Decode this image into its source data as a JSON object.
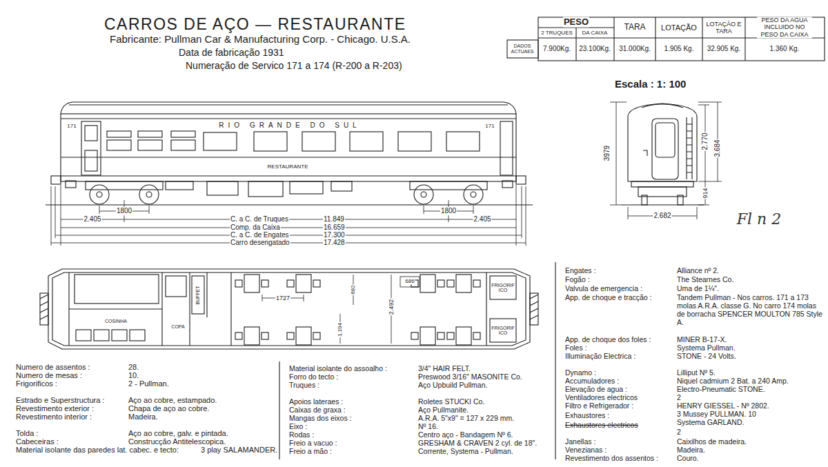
{
  "diagram": {
    "title": "CARROS DE AÇO — RESTAURANTE",
    "labels": [
      "Fabricante: Pullman Car & Manufacturing Corp. - Chicago. U.S.A.",
      "Data de fabricação 1931",
      "Numeração de Servico 171 a 174 (R-200 a R-203)",
      "PESO",
      "2 TRUQUES",
      "DA CAIXA",
      "TARA",
      "LOTAÇÃO",
      "LOTAÇÃO E TARA",
      "PESO DA AGUA INCLUIDO NO PESO DA CAIXA",
      "DADOS ACTUAES",
      "7.900Kg.",
      "23.100Kg.",
      "31.000Kg.",
      "1.905 Kg.",
      "32.905 Kg.",
      "1.360 Kg.",
      "Escala : 1: 100",
      "171",
      "RIO GRANDE DO SUL",
      "171",
      "RESTAURANTE",
      "1800",
      "2.405",
      "1800",
      "2.405",
      "C. a C. de Truques",
      "11.849",
      "Comp. da Caixa",
      "16.659",
      "C. a C. de Engates",
      "17.300",
      "Carro desengatado",
      "17.428",
      "3979",
      "2.770",
      "3.684",
      "914",
      "2.682",
      "Fl n 2",
      "COSINHA",
      "COPA",
      "BUFFET",
      "1727",
      "682",
      "686",
      "2.492",
      "1.194",
      "FRIGORIFICO",
      "FRIGORIFICO",
      "Numero de assentos :",
      "28.",
      "Numero de mesas :",
      "10.",
      "Frigorificos :",
      "2 - Pullman.",
      "Estrado e Superstructura :",
      "Aço ao cobre, estampado.",
      "Revestimento exterior :",
      "Chapa de aço ao cobre.",
      "Revestimento interior :",
      "Madeira.",
      "Tolda :",
      "Aço ao cobre, galv. e pintada.",
      "Cabeceiras :",
      "Construcção Antitelescopica.",
      "Material isolante das paredes lat. cabec. e tecto:",
      "3 play SALAMANDER.",
      "Material isolante do assoalho :",
      "3/4\" HAIR FELT.",
      "Forro do tecto :",
      "Preswood 3/16\" MASONITE Co.",
      "Truques :",
      "Aço Upbuild Pullman.",
      "Apoios lateraes :",
      "Roletes STUCKI Co.",
      "Caixas de graxa :",
      "Aço Pullmanite.",
      "Mangas dos eixos :",
      "A.R.A. 5\"x9\" = 127 x 229 mm.",
      "Eixo :",
      "Nº 16.",
      "Rodas :",
      "Centro aço - Bandagem Nº 6.",
      "Freio a vacuo :",
      "GRESHAM & CRAVEN 2 cyl. de 18\".",
      "Freio a mão :",
      "Corrente, Systema - Pullman.",
      "Engates :",
      "Alliance nº 2.",
      "Fogão :",
      "The Stearnes Co.",
      "Valvula de emergencia :",
      "Uma de 1¼\".",
      "App. de choque e tracção :",
      "Tandem Pullman - Nos carros. 171 a 173 molas A.R.A. classe G. No carro 174 molas de borracha SPENCER MOULTON 785 Style A.",
      "App. de choque dos foles :",
      "MINER B-17-X.",
      "Foles :",
      "Systema Pullman.",
      "Illuminação Electrica :",
      "STONE - 24 Volts.",
      "Dynamo :",
      "Lilliput Nº 5.",
      "Accumuladores :",
      "Niquel cadmium 2 Bat. a 240 Amp.",
      "Elevação de agua :",
      "Electro-Pneumatic STONE.",
      "Ventiladores electricos",
      "2",
      "Filtro e Refrigerador :",
      "HENRY GIESSEL - Nº 2802.",
      "Exhaustores :",
      "3 Mussey PULLMAN. 10 Systema GARLAND.",
      "Exhaustores electricos",
      "2",
      "Janellas :",
      "Caixilhos de madeira.",
      "Venezianas :",
      "Madeira.",
      "Revestimento dos assentos :",
      "Couro."
    ]
  }
}
